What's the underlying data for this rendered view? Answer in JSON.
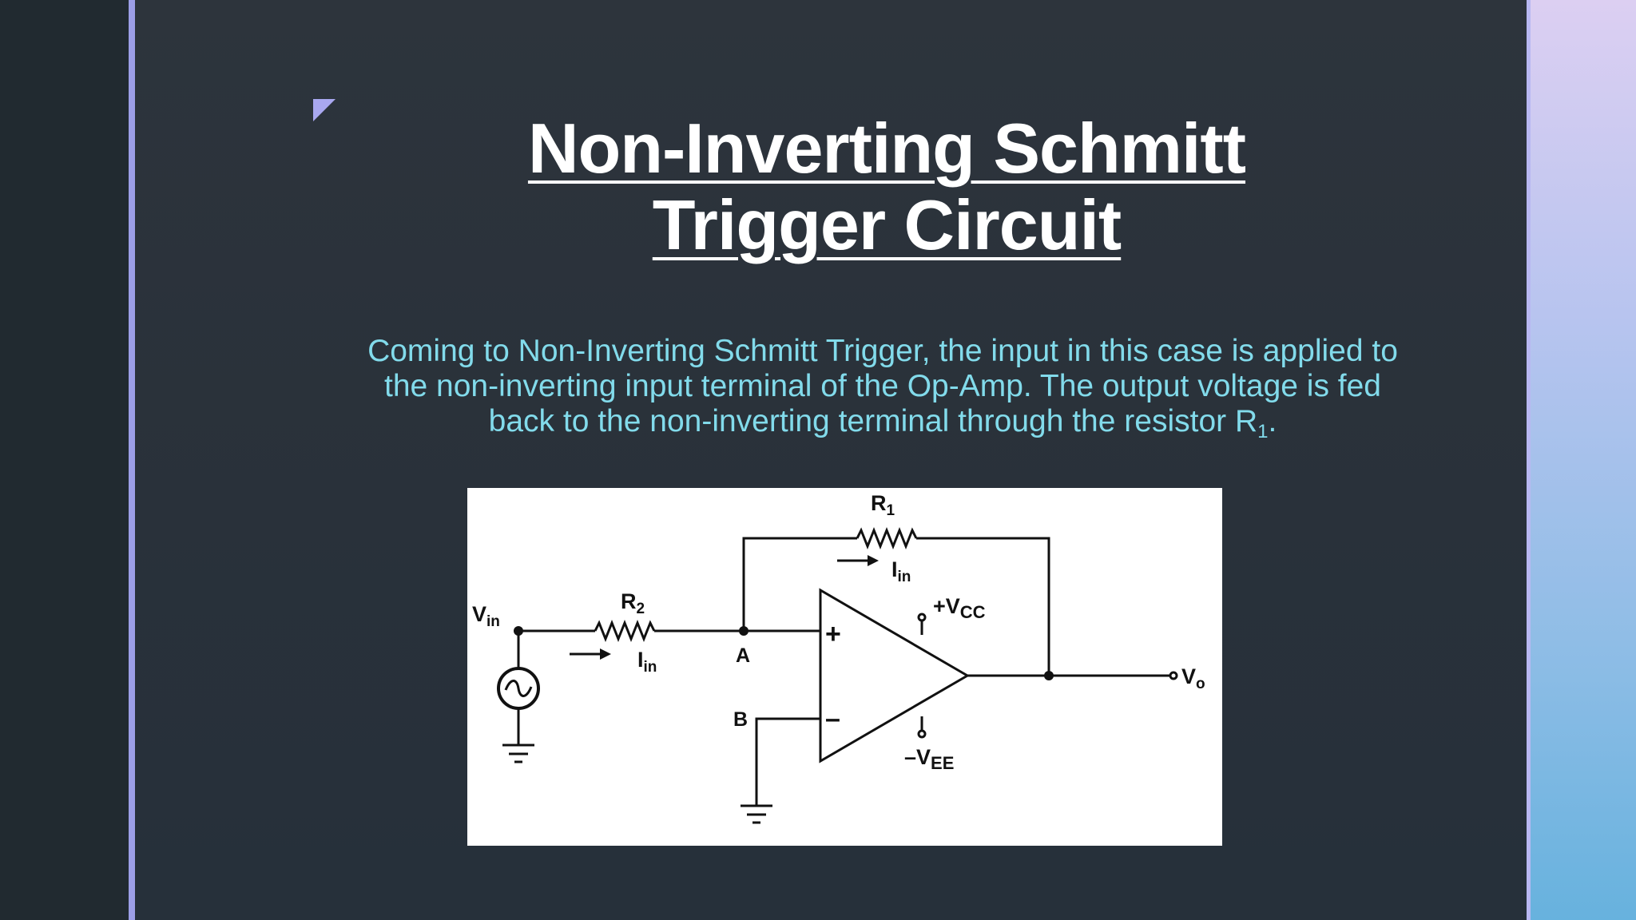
{
  "slide": {
    "title_line1": "Non-Inverting Schmitt",
    "title_line2": "Trigger Circuit",
    "body_main": "Coming to Non-Inverting Schmitt Trigger, the input in this case is applied to the non-inverting input terminal of the Op-Amp. The output voltage is fed back to the non-inverting terminal through the resistor R",
    "body_sub": "1",
    "body_end": "."
  },
  "circuit": {
    "r1_main": "R",
    "r1_sub": "1",
    "r2_main": "R",
    "r2_sub": "2",
    "iin_top_main": "I",
    "iin_top_sub": "in",
    "iin_left_main": "I",
    "iin_left_sub": "in",
    "vin_main": "V",
    "vin_sub": "in",
    "node_a": "A",
    "node_b": "B",
    "plus_sign": "+",
    "minus_sign": "–",
    "vcc_main": "+V",
    "vcc_sub": "CC",
    "vee_main": "–V",
    "vee_sub": "EE",
    "vo_main": "V",
    "vo_sub": "o"
  },
  "colors": {
    "accent": "#9c9ee6",
    "title": "#ffffff",
    "body": "#82dbeb",
    "background": "#2a3139"
  }
}
